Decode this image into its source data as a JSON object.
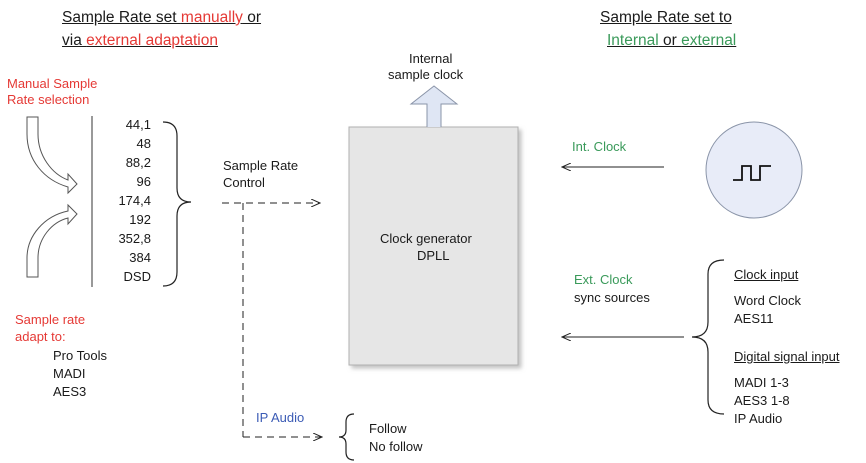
{
  "header_left": {
    "line1_a": "Sample Rate set ",
    "line1_b": "manually",
    "line1_c": " or",
    "line2_a": "via ",
    "line2_b": "external adaptation"
  },
  "header_right": {
    "line1": "Sample Rate set to",
    "line2_a": "Internal",
    "line2_b": " or ",
    "line2_c": "external"
  },
  "manual": {
    "line1": "Manual Sample",
    "line2": "Rate  selection"
  },
  "rates": [
    "44,1",
    "48",
    "88,2",
    "96",
    "174,4",
    "192",
    "352,8",
    "384",
    "DSD"
  ],
  "sr_control": {
    "line1": "Sample Rate",
    "line2": "Control"
  },
  "adapt": {
    "line1": "Sample rate",
    "line2": "adapt to:",
    "items": [
      "Pro Tools",
      "MADI",
      "AES3"
    ]
  },
  "ip_audio": "IP Audio",
  "follow": [
    "Follow",
    "No follow"
  ],
  "internal_clock": {
    "line1": "Internal",
    "line2": "sample clock"
  },
  "clock_box": {
    "line1": "Clock generator",
    "line2": "DPLL"
  },
  "int_clock": "Int. Clock",
  "ext_clock": {
    "line1": "Ext. Clock",
    "line2": "sync sources"
  },
  "clock_input": {
    "heading": "Clock input",
    "items": [
      "Word Clock",
      "AES11"
    ]
  },
  "digital_input": {
    "heading": "Digital signal input",
    "items": [
      "MADI 1-3",
      "AES3 1-8",
      "IP Audio"
    ]
  },
  "oscillator_icon": "square-wave-icon",
  "colors": {
    "red": "#e53935",
    "green": "#3a9a5a",
    "blue": "#3b5bb5",
    "box": "#e6e6e6",
    "circle": "#e8ecf8"
  }
}
